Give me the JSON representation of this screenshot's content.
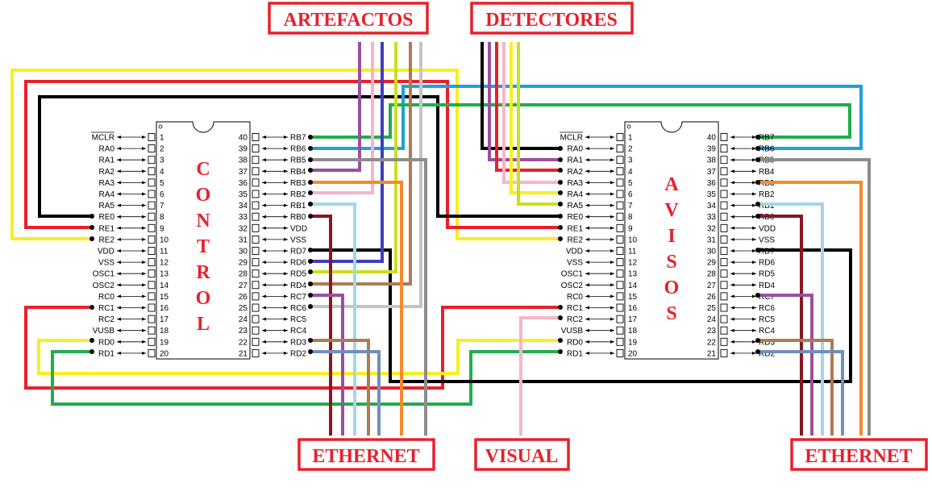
{
  "labels": {
    "artefactos": "ARTEFACTOS",
    "detectores": "DETECTORES",
    "ethernet_left": "ETHERNET",
    "visual": "VISUAL",
    "ethernet_right": "ETHERNET"
  },
  "chips": {
    "control": {
      "name": "CONTROL",
      "letters": [
        "C",
        "O",
        "N",
        "T",
        "R",
        "O",
        "L"
      ]
    },
    "avisos": {
      "name": "AVISOS",
      "letters": [
        "A",
        "V",
        "I",
        "S",
        "O",
        "S"
      ]
    }
  },
  "pins": {
    "left": [
      {
        "num": "1",
        "label": "MCLR"
      },
      {
        "num": "2",
        "label": "RA0"
      },
      {
        "num": "3",
        "label": "RA1"
      },
      {
        "num": "4",
        "label": "RA2"
      },
      {
        "num": "5",
        "label": "RA3"
      },
      {
        "num": "6",
        "label": "RA4"
      },
      {
        "num": "7",
        "label": "RA5"
      },
      {
        "num": "8",
        "label": "RE0"
      },
      {
        "num": "9",
        "label": "RE1"
      },
      {
        "num": "10",
        "label": "RE2"
      },
      {
        "num": "11",
        "label": "VDD"
      },
      {
        "num": "12",
        "label": "VSS"
      },
      {
        "num": "13",
        "label": "OSC1"
      },
      {
        "num": "14",
        "label": "OSC2"
      },
      {
        "num": "15",
        "label": "RC0"
      },
      {
        "num": "16",
        "label": "RC1"
      },
      {
        "num": "17",
        "label": "RC2"
      },
      {
        "num": "18",
        "label": "VUSB"
      },
      {
        "num": "19",
        "label": "RD0"
      },
      {
        "num": "20",
        "label": "RD1"
      }
    ],
    "right": [
      {
        "num": "40",
        "label": "RB7"
      },
      {
        "num": "39",
        "label": "RB6"
      },
      {
        "num": "38",
        "label": "RB5"
      },
      {
        "num": "37",
        "label": "RB4"
      },
      {
        "num": "36",
        "label": "RB3"
      },
      {
        "num": "35",
        "label": "RB2"
      },
      {
        "num": "34",
        "label": "RB1"
      },
      {
        "num": "33",
        "label": "RB0"
      },
      {
        "num": "32",
        "label": "VDD"
      },
      {
        "num": "31",
        "label": "VSS"
      },
      {
        "num": "30",
        "label": "RD7"
      },
      {
        "num": "29",
        "label": "RD6"
      },
      {
        "num": "28",
        "label": "RD5"
      },
      {
        "num": "27",
        "label": "RD4"
      },
      {
        "num": "26",
        "label": "RC7"
      },
      {
        "num": "25",
        "label": "RC6"
      },
      {
        "num": "24",
        "label": "RC5"
      },
      {
        "num": "23",
        "label": "RC4"
      },
      {
        "num": "22",
        "label": "RD3"
      },
      {
        "num": "21",
        "label": "RD2"
      }
    ]
  },
  "wire_colors": {
    "red": "#e8202a",
    "yellow": "#f7ef1f",
    "black": "#000000",
    "green": "#1fae4b",
    "blue_light": "#1ca1dc",
    "grey": "#8c8c8c",
    "purple": "#9b4fa0",
    "pink": "#f7b4c9",
    "orange": "#f58a2a",
    "light_blue": "#a3d6e8",
    "dark_red": "#8b1520",
    "navy": "#3d3dc1",
    "lime": "#c8e01f",
    "brown": "#b07a52",
    "silver": "#c4c4c4",
    "slate": "#6f8fbd"
  }
}
